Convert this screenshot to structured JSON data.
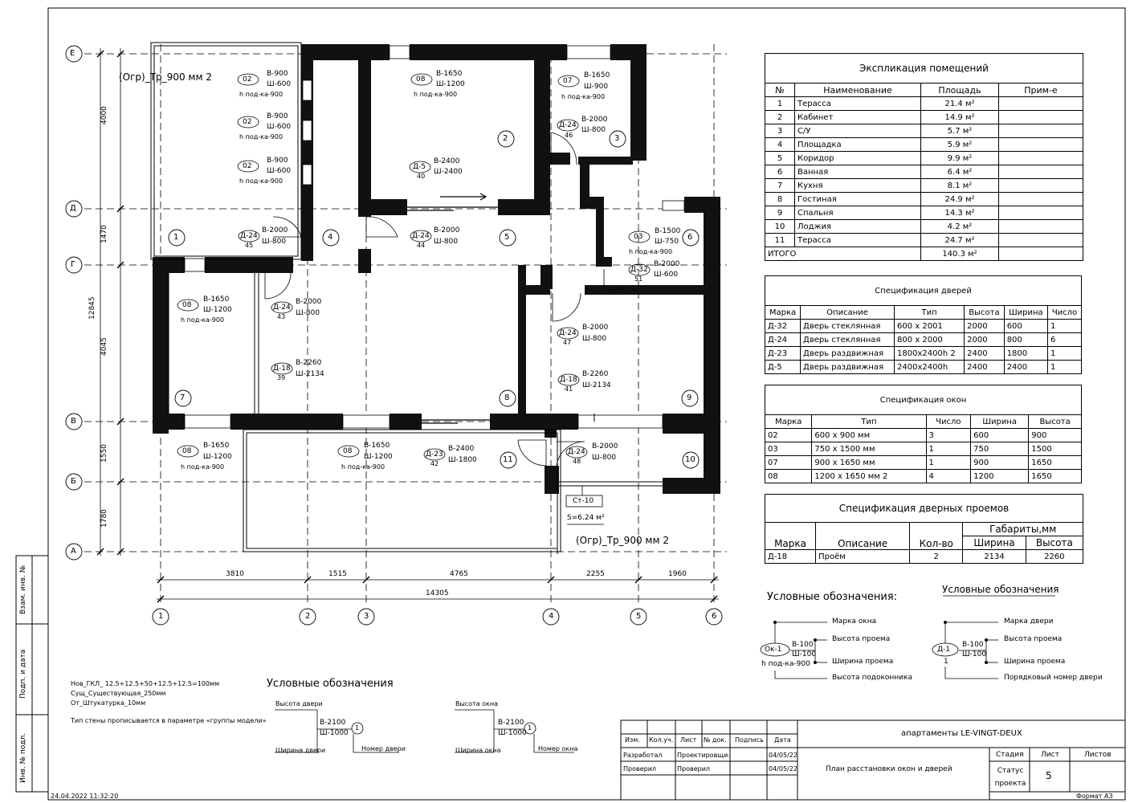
{
  "drawing": {
    "grid_rows": [
      "Е",
      "Д",
      "Г",
      "В",
      "Б",
      "А"
    ],
    "grid_cols": [
      "1",
      "2",
      "3",
      "4",
      "5",
      "6"
    ],
    "dims_left": [
      "4000",
      "1470",
      "4045",
      "1550",
      "1780"
    ],
    "dim_left_total": "12845",
    "dims_bottom": [
      "3810",
      "1515",
      "4765",
      "2255",
      "1960"
    ],
    "dim_bottom_total": "14305",
    "room_numbers": [
      "1",
      "2",
      "3",
      "4",
      "5",
      "6",
      "7",
      "8",
      "9",
      "10",
      "11"
    ],
    "railing_label": "(Огр)_Тр_900 мм 2",
    "wall_tag": "Ст-10",
    "area_label": "S=6.24 м²",
    "tags": [
      {
        "mark": "02",
        "h": "В-900",
        "w": "Ш-600",
        "sill": "h под-ка-900"
      },
      {
        "mark": "02",
        "h": "В-900",
        "w": "Ш-600",
        "sill": "h под-ка-900"
      },
      {
        "mark": "02",
        "h": "В-900",
        "w": "Ш-600",
        "sill": "h под-ка-900"
      },
      {
        "mark": "08",
        "h": "В-1650",
        "w": "Ш-1200",
        "sill": "h под-ка-900"
      },
      {
        "mark": "07",
        "h": "В-1650",
        "w": "Ш-900",
        "sill": "h под-ка-900"
      },
      {
        "mark": "Д-24",
        "n": "46",
        "h": "В-2000",
        "w": "Ш-800"
      },
      {
        "mark": "Д-5",
        "n": "40",
        "h": "В-2400",
        "w": "Ш-2400"
      },
      {
        "mark": "Д-24",
        "n": "45",
        "h": "В-2000",
        "w": "Ш-800"
      },
      {
        "mark": "Д-24",
        "n": "44",
        "h": "В-2000",
        "w": "Ш-800"
      },
      {
        "mark": "03",
        "h": "В-1500",
        "w": "Ш-750",
        "sill": "h под-ка-900"
      },
      {
        "mark": "Д-32",
        "n": "51",
        "h": "В-2000",
        "w": "Ш-600"
      },
      {
        "mark": "08",
        "h": "В-1650",
        "w": "Ш-1200",
        "sill": "h под-ка-900"
      },
      {
        "mark": "Д-24",
        "n": "43",
        "h": "В-2000",
        "w": "Ш-800"
      },
      {
        "mark": "Д-24",
        "n": "47",
        "h": "В-2000",
        "w": "Ш-800"
      },
      {
        "mark": "Д-18",
        "n": "39",
        "h": "В-2260",
        "w": "Ш-2134"
      },
      {
        "mark": "Д-18",
        "n": "41",
        "h": "В-2260",
        "w": "Ш-2134"
      },
      {
        "mark": "08",
        "h": "В-1650",
        "w": "Ш-1200",
        "sill": "h под-ка-900"
      },
      {
        "mark": "08",
        "h": "В-1650",
        "w": "Ш-1200",
        "sill": "h под-ка-900"
      },
      {
        "mark": "Д-23",
        "n": "42",
        "h": "В-2400",
        "w": "Ш-1800"
      },
      {
        "mark": "Д-24",
        "n": "48",
        "h": "В-2000",
        "w": "Ш-800"
      }
    ]
  },
  "rooms_table": {
    "title": "Экспликация помещений",
    "headers": [
      "№",
      "Наименование",
      "Площадь",
      "Прим-е"
    ],
    "rows": [
      [
        "1",
        "Терасса",
        "21.4 м²",
        ""
      ],
      [
        "2",
        "Кабинет",
        "14.9 м²",
        ""
      ],
      [
        "3",
        "С/У",
        "5.7 м²",
        ""
      ],
      [
        "4",
        "Площадка",
        "5.9 м²",
        ""
      ],
      [
        "5",
        "Коридор",
        "9.9 м²",
        ""
      ],
      [
        "6",
        "Ванная",
        "6.4 м²",
        ""
      ],
      [
        "7",
        "Кухня",
        "8.1 м²",
        ""
      ],
      [
        "8",
        "Гостиная",
        "24.9 м²",
        ""
      ],
      [
        "9",
        "Спальня",
        "14.3 м²",
        ""
      ],
      [
        "10",
        "Лоджия",
        "4.2 м²",
        ""
      ],
      [
        "11",
        "Терасса",
        "24.7 м²",
        ""
      ]
    ],
    "total": [
      "ИТОГО",
      "140.3 м²"
    ]
  },
  "doors_table": {
    "title": "Спецификация дверей",
    "headers": [
      "Марка",
      "Описание",
      "Тип",
      "Высота",
      "Ширина",
      "Число"
    ],
    "rows": [
      [
        "Д-32",
        "Дверь стеклянная",
        "600 x 2001",
        "2000",
        "600",
        "1"
      ],
      [
        "Д-24",
        "Дверь стеклянная",
        "800 x 2000",
        "2000",
        "800",
        "6"
      ],
      [
        "Д-23",
        "Дверь раздвижная",
        "1800x2400h 2",
        "2400",
        "1800",
        "1"
      ],
      [
        "Д-5",
        "Дверь раздвижная",
        "2400x2400h",
        "2400",
        "2400",
        "1"
      ]
    ]
  },
  "windows_table": {
    "title": "Спецификация окон",
    "headers": [
      "Марка",
      "Тип",
      "Число",
      "Ширина",
      "Высота"
    ],
    "rows": [
      [
        "02",
        "600 x 900 мм",
        "3",
        "600",
        "900"
      ],
      [
        "03",
        "750 x 1500 мм",
        "1",
        "750",
        "1500"
      ],
      [
        "07",
        "900 x 1650 мм",
        "1",
        "900",
        "1650"
      ],
      [
        "08",
        "1200 x 1650 мм 2",
        "4",
        "1200",
        "1650"
      ]
    ]
  },
  "openings_table": {
    "title": "Спецификация дверных проемов",
    "group": "Габариты,мм",
    "headers": [
      "Марка",
      "Описание",
      "Кол-во",
      "Ширина",
      "Высота"
    ],
    "rows": [
      [
        "Д-18",
        "Проём",
        "2",
        "2134",
        "2260"
      ]
    ]
  },
  "legend_right": {
    "title1": "Условные обозначения:",
    "title2": "Условные обозначения",
    "win": {
      "tag": "Ок-1",
      "h": "В-100",
      "w": "Ш-100",
      "sill": "h под-ка-900",
      "l1": "Марка окна",
      "l2": "Высота проема",
      "l3": "Ширина проема",
      "l4": "Высота подоконника"
    },
    "door": {
      "tag": "Д-1",
      "h": "В-100",
      "w": "Ш-100",
      "n": "1",
      "l1": "Марка двери",
      "l2": "Высота проема",
      "l3": "Ширина проема",
      "l4": "Порядковый номер двери"
    }
  },
  "legend_bottom": {
    "title": "Условные обозначения",
    "door": {
      "top": "Высота двери",
      "h": "В-2100",
      "w": "Ш-1000",
      "n": "1",
      "left": "Ширина двери",
      "right": "Номер двери"
    },
    "win": {
      "top": "Высота окна",
      "h": "В-2100",
      "w": "Ш-1000",
      "n": "1",
      "left": "Ширина окна",
      "right": "Номер окна"
    }
  },
  "notes": [
    "Нов_ГКЛ_ 12.5+12.5+50+12.5+12.5=100мм",
    "Сущ_Существующая_250мм",
    "От_Штукатурка_10мм",
    "Тип стены прописывается в параметре «группы модели»"
  ],
  "title_block": {
    "project": "апартаменты LE-VINGT-DEUX",
    "sheet_title": "План расстановки окон и дверей",
    "headers": [
      "Изм.",
      "Кол.уч.",
      "Лист",
      "№ док.",
      "Подпись",
      "Дата"
    ],
    "row1": [
      "Разработал",
      "Проектировщик",
      "04/05/22"
    ],
    "row2": [
      "Проверил",
      "Проверил",
      "04/05/22"
    ],
    "stage_h": [
      "Стадия",
      "Лист",
      "Листов"
    ],
    "stage": "Статус проекта",
    "sheet_no": "5",
    "format": "Формат А3"
  },
  "side_stamp": [
    "Взам. инв. №",
    "Подп. и дата",
    "Инв. № подл."
  ],
  "timestamp": "24.04.2022 11:32:20"
}
